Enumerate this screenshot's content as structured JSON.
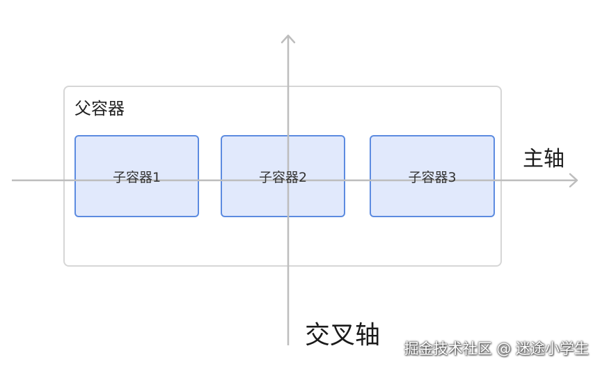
{
  "parent": {
    "label": "父容器"
  },
  "children": [
    {
      "label": "子容器1"
    },
    {
      "label": "子容器2"
    },
    {
      "label": "子容器3"
    }
  ],
  "axes": {
    "main_axis_label": "主轴",
    "cross_axis_label": "交叉轴"
  },
  "watermark": "掘金技术社区 @ 迷途小学生",
  "colors": {
    "parent_border": "#d6d6d6",
    "child_border": "#5c8be0",
    "child_fill": "#e1e9fc",
    "axis": "#bdbdbd"
  }
}
